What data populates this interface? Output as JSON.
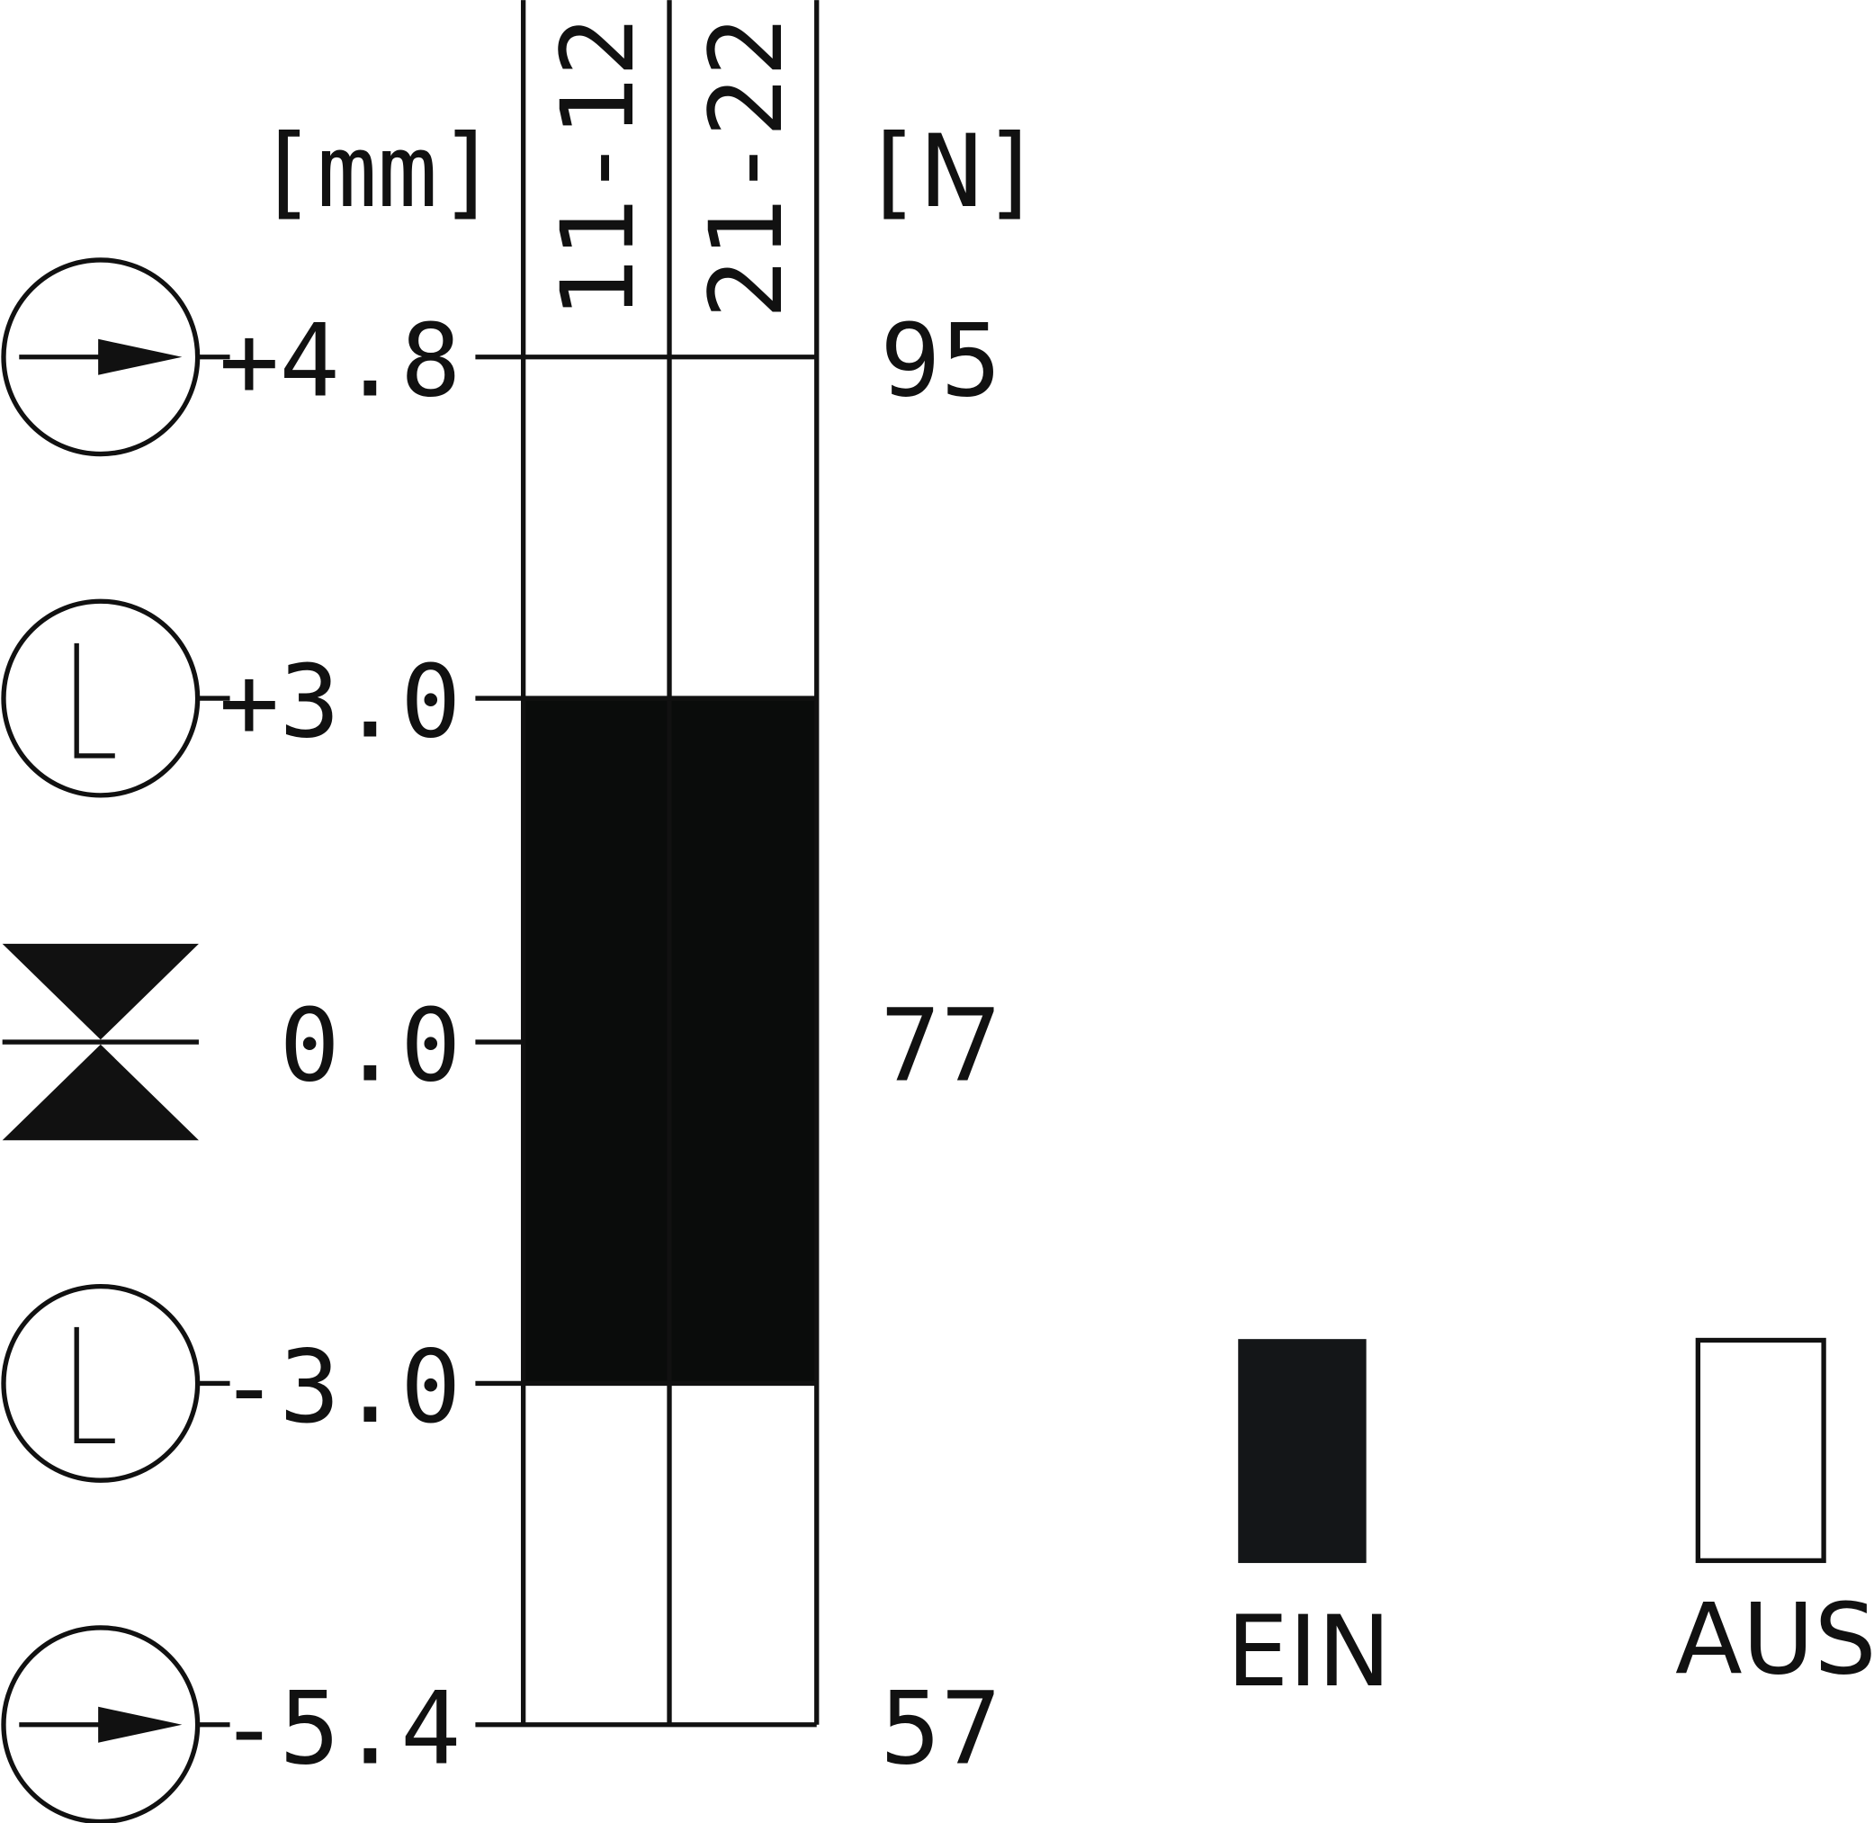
{
  "units": {
    "travel": "[mm]",
    "force": "[N]"
  },
  "columns": [
    "11-12",
    "21-22"
  ],
  "rows": [
    {
      "travel": "+4.8",
      "force": "95",
      "symbol": "arrow-circle-icon"
    },
    {
      "travel": "+3.0",
      "force": "",
      "symbol": "l-circle-icon"
    },
    {
      "travel": "0.0",
      "force": "77",
      "symbol": "bowtie-icon"
    },
    {
      "travel": "-3.0",
      "force": "",
      "symbol": "l-circle-icon"
    },
    {
      "travel": "-5.4",
      "force": "57",
      "symbol": "arrow-circle-icon"
    }
  ],
  "contact_closed_range": [
    "+3.0",
    "-3.0"
  ],
  "legend": {
    "on_label": "EIN",
    "off_label": "AUS"
  },
  "colors": {
    "closed": "#0a0c0b",
    "legend_on": "#141618",
    "line": "#111111"
  }
}
